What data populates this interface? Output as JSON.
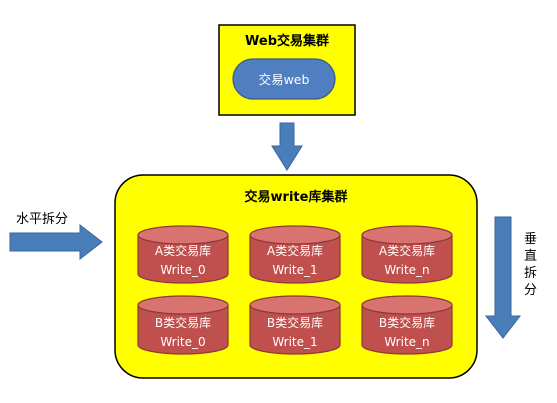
{
  "web_cluster": {
    "title": "Web交易集群",
    "node": "交易web"
  },
  "write_cluster": {
    "title": "交易write库集群"
  },
  "horizontal_split": "水平拆分",
  "vertical_split": [
    "垂",
    "直",
    "拆",
    "分"
  ],
  "databases": {
    "row_a": [
      {
        "line1": "A类交易库",
        "line2": "Write_0"
      },
      {
        "line1": "A类交易库",
        "line2": "Write_1"
      },
      {
        "line1": "A类交易库",
        "line2": "Write_n"
      }
    ],
    "row_b": [
      {
        "line1": "B类交易库",
        "line2": "Write_0"
      },
      {
        "line1": "B类交易库",
        "line2": "Write_1"
      },
      {
        "line1": "B类交易库",
        "line2": "Write_n"
      }
    ]
  },
  "colors": {
    "yellow": "#ffff00",
    "pill_blue": "#4f7fc0",
    "arrow_blue": "#4a7ebb",
    "db_red": "#c0504d",
    "db_top": "#d9736f",
    "border": "#000000"
  }
}
